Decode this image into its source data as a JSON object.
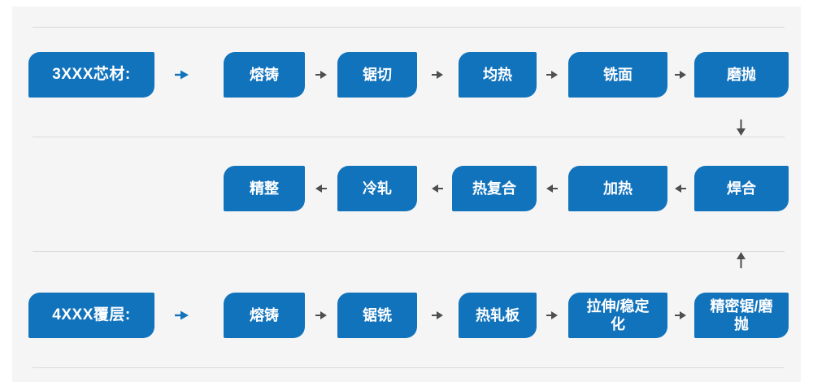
{
  "diagram": {
    "rows": [
      {
        "label": "3XXX芯材:",
        "direction": "right",
        "steps": [
          "熔铸",
          "锯切",
          "均热",
          "铣面",
          "磨抛"
        ]
      },
      {
        "direction": "left",
        "steps": [
          "精整",
          "冷轧",
          "热复合",
          "加热",
          "焊合"
        ]
      },
      {
        "label": "4XXX覆层:",
        "direction": "right",
        "steps": [
          "熔铸",
          "锯铣",
          "热轧板",
          "拉伸/稳定化",
          "精密锯/磨抛"
        ]
      }
    ],
    "connectors": {
      "row1_to_row2": "down",
      "row3_to_row2": "up"
    }
  },
  "icons": {
    "flow_arrow_right": "▶",
    "flow_arrow_left": "◀",
    "flow_arrow_down": "▼",
    "flow_arrow_up": "▲"
  },
  "colors": {
    "box_blue": "#1273bd",
    "arrow_gray": "#4f4f4f",
    "separator_line": "#d9d9d9",
    "panel_background": "#f5f5f5",
    "box_text": "#ffffff"
  }
}
